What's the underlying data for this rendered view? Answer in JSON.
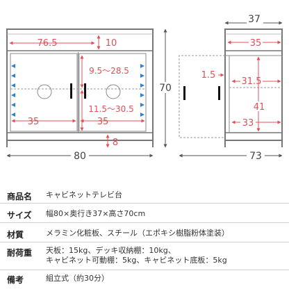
{
  "colors": {
    "dimension_red": "#e0505a",
    "arrow_blue": "#2e7fd6",
    "frame_gray": "#777777"
  },
  "front_view": {
    "overall_width": "80",
    "overall_height": "70",
    "inner_width": "76.5",
    "top_shelf_height": "10",
    "shelf_range_upper": "9.5〜28.5",
    "shelf_range_lower": "11.5〜30.5",
    "bottom_left_width": "35",
    "bottom_right_width": "35",
    "leg_height": "8"
  },
  "side_view": {
    "overall_depth": "37",
    "overall_depth_bottom": "73",
    "top_depth": "35",
    "door_thickness": "1.5",
    "shelf_depth": "31.5",
    "cabinet_height": "41",
    "bottom_depth": "33"
  },
  "specs": [
    {
      "label": "商品名",
      "lines": [
        "キャビネットテレビ台"
      ]
    },
    {
      "label": "サイズ",
      "lines": [
        "幅80×奥行き37×高さ70cm"
      ]
    },
    {
      "label": "材質",
      "lines": [
        "メラミン化粧板、スチール（エポキシ樹脂粉体塗装）"
      ]
    },
    {
      "label": "耐荷重",
      "lines": [
        "天板：15kg、デッキ収納棚：10kg、",
        "キャビネット可動棚：5kg、キャビネット底板：5kg"
      ]
    },
    {
      "label": "備考",
      "lines": [
        "組立式（約30分）"
      ]
    }
  ]
}
